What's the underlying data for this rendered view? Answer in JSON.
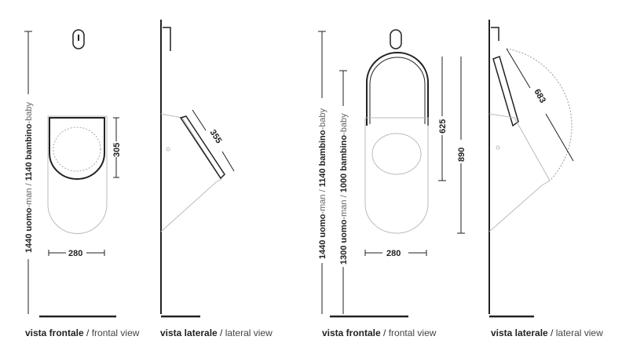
{
  "views": [
    {
      "caption_bold": "vista frontale",
      "caption_sep": " / ",
      "caption_light": "frontal view",
      "height_label": {
        "man": "1440 uomo",
        "man_light": "-man / ",
        "baby": "1140 bambino",
        "baby_light": "-baby"
      },
      "dims": {
        "seat": "305",
        "width": "280"
      }
    },
    {
      "caption_bold": "vista laterale",
      "caption_sep": " / ",
      "caption_light": "lateral view",
      "dims": {
        "lid": "355"
      }
    },
    {
      "caption_bold": "vista frontale",
      "caption_sep": " / ",
      "caption_light": "frontal view",
      "height_label": {
        "man": "1440 uomo",
        "man_light": "-man / ",
        "baby": "1140 bambino",
        "baby_light": "-baby"
      },
      "height_label2": {
        "man": "1300 uomo",
        "man_light": "-man / ",
        "baby": "1000 bambino",
        "baby_light": "-baby"
      },
      "dims": {
        "lid": "625",
        "total": "890",
        "width": "280"
      }
    },
    {
      "caption_bold": "vista laterale",
      "caption_sep": " / ",
      "caption_light": "lateral view",
      "dims": {
        "lid_open": "683"
      }
    }
  ]
}
